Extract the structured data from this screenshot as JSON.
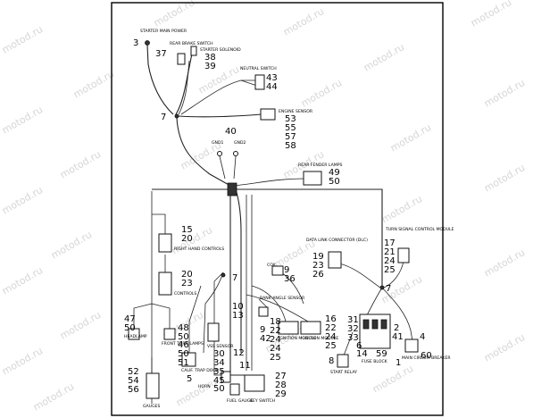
{
  "watermark": "motod.ru",
  "labels": {
    "starter_main_power": "STARTER MAIN POWER",
    "rear_brake_switch": "REAR BRAKE SWITCH",
    "starter_solenoid": "STARTER SOLENOID",
    "neutral_switch": "NEUTRAL SWITCH",
    "engine_sensor": "ENGINE SENSOR",
    "gnd1": "GND1",
    "gnd2": "GND2",
    "rear_fender_lamps": "REAR FENDER LAMPS",
    "turn_signal_module": "TURN SIGNAL CONTROL MODULE",
    "data_link": "DATA LINK CONNECTOR (DLC)",
    "right_hand_controls": "RIGHT HAND CONTROLS",
    "controls": "CONTROLS",
    "coil": "COIL",
    "bank_angle_sensor": "BANK ANGLE SENSOR",
    "headlamp": "HEADLAMP",
    "front_turn_lamps": "FRONT TURN LAMPS",
    "calif_trap_door": "CALIF. TRAP DOOR",
    "vss": "VSS SENSOR",
    "ignition_module": "IGNITION MODULE",
    "ignition_module2": "IGNITION MODULE",
    "fuse_block": "FUSE BLOCK",
    "main_circuit_breaker": "MAIN CIRCUIT BREAKER",
    "start_relay": "START RELAY",
    "horn": "HORN",
    "fuel_gauge": "FUEL GAUGE",
    "key_switch": "KEY SWITCH",
    "gauges": "GAUGES"
  },
  "callouts": {
    "c3": "3",
    "c37": "37",
    "c38": "38",
    "c39": "39",
    "c43": "43",
    "c44": "44",
    "c7a": "7",
    "c53": "53",
    "c55": "55",
    "c57": "57",
    "c58": "58",
    "c40": "40",
    "c49": "49",
    "c50a": "50",
    "c17": "17",
    "c21": "21",
    "c24a": "24",
    "c25a": "25",
    "c15": "15",
    "c20a": "20",
    "c19": "19",
    "c23a": "23",
    "c26": "26",
    "c20b": "20",
    "c23b": "23",
    "c9a": "9",
    "c36": "36",
    "c7b": "7",
    "c7c": "7",
    "c10": "10",
    "c13": "13",
    "c47": "47",
    "c50b": "50",
    "c48": "48",
    "c50c": "50",
    "c18": "18",
    "c22a": "22",
    "c24b": "24",
    "c9b": "9",
    "c42": "42",
    "c24c": "24",
    "c25b": "25",
    "c16": "16",
    "c22b": "22",
    "c24d": "24",
    "c25c": "25",
    "c31": "31",
    "c32": "32",
    "c33": "33",
    "c2": "2",
    "c41": "41",
    "c4": "4",
    "c46": "46",
    "c50d": "50",
    "c51": "51",
    "c30": "30",
    "c34": "34",
    "c35": "35",
    "c12": "12",
    "c11": "11",
    "c6": "6",
    "c14": "14",
    "c59": "59",
    "c60": "60",
    "c8": "8",
    "c1": "1",
    "c52": "52",
    "c54": "54",
    "c56": "56",
    "c5": "5",
    "c45": "45",
    "c50e": "50",
    "c27": "27",
    "c28": "28",
    "c29": "29"
  }
}
